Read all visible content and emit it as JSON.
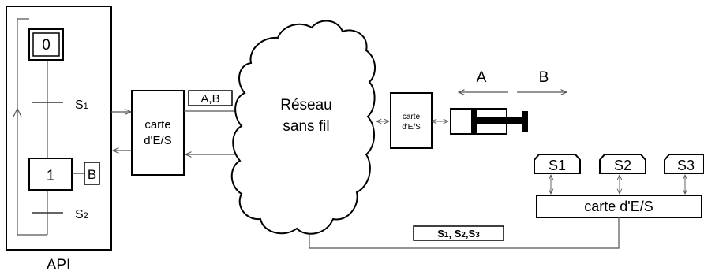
{
  "api": {
    "label": "API",
    "step0": "0",
    "step1": "1",
    "action": "B",
    "t1_main": "S",
    "t1_sub": "1",
    "t2_main": "S",
    "t2_sub": "2"
  },
  "card_left": {
    "line1": "carte",
    "line2": "d'E/S"
  },
  "card_mid": {
    "line1": "carte",
    "line2": "d'E/S"
  },
  "card_right": {
    "label": "carte d'E/S"
  },
  "signal_ab": "A,B",
  "network": {
    "line1": "Réseau",
    "line2": "sans fil"
  },
  "cylinder": {
    "dir_a": "A",
    "dir_b": "B"
  },
  "sensors": [
    {
      "label": "S1",
      "signal_main": "S",
      "signal_sub": "1"
    },
    {
      "label": "S2",
      "signal_main": "S",
      "signal_sub": "2"
    },
    {
      "label": "S3",
      "signal_main": "S",
      "signal_sub": "3"
    }
  ],
  "sensor_bus": {
    "p1": "S",
    "s1": "1",
    "sep1": ", ",
    "p2": "S",
    "s2": "2",
    "sep2": ",",
    "p3": "S",
    "s3": "3"
  }
}
